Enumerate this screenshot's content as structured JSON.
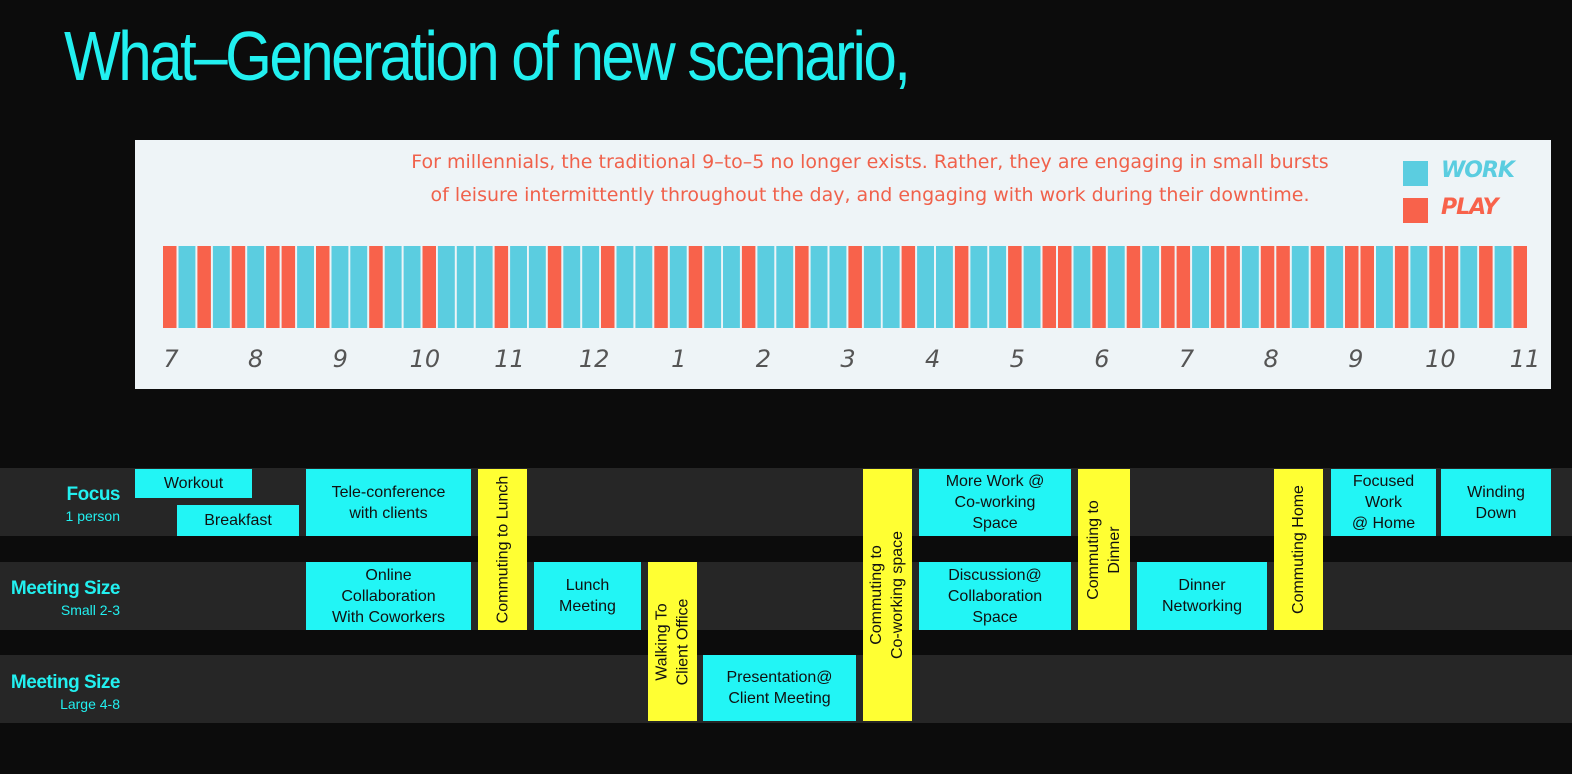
{
  "title": "What–Generation of new scenario,",
  "panel": {
    "caption_line1": "For millennials, the traditional 9–to–5 no longer exists. Rather, they are engaging in small bursts",
    "caption_line2": "of leisure intermittently throughout the day, and engaging with work during their downtime.",
    "legend": [
      {
        "label": "WORK",
        "color": "#5bcde0"
      },
      {
        "label": "PLAY",
        "color": "#f8624b"
      }
    ]
  },
  "chart_data": {
    "type": "bar",
    "hour_labels": [
      "7",
      "8",
      "9",
      "10",
      "11",
      "12",
      "1",
      "2",
      "3",
      "4",
      "5",
      "6",
      "7",
      "8",
      "9",
      "10",
      "11"
    ],
    "segment_pattern": [
      "P",
      "W",
      "P",
      "W",
      "P",
      "W",
      "P",
      "P",
      "W",
      "P",
      "W",
      "W",
      "P",
      "W",
      "W",
      "P",
      "W",
      "W",
      "W",
      "P",
      "W",
      "W",
      "P",
      "W",
      "W",
      "P",
      "W",
      "W",
      "P",
      "W",
      "P",
      "W",
      "W",
      "P",
      "W",
      "W",
      "P",
      "W",
      "W",
      "P",
      "W",
      "W",
      "P",
      "W",
      "W",
      "P",
      "W",
      "W",
      "P",
      "W",
      "P",
      "P",
      "W",
      "P",
      "W",
      "P",
      "W",
      "P",
      "P",
      "W",
      "P",
      "P",
      "W",
      "P",
      "P",
      "W",
      "P",
      "W",
      "P",
      "P",
      "W",
      "P",
      "W",
      "P",
      "P",
      "W",
      "P",
      "W",
      "P"
    ],
    "colors": {
      "W": "#5bcde0",
      "P": "#f8624b"
    }
  },
  "rows": [
    {
      "main": "Focus",
      "sub": "1 person"
    },
    {
      "main": "Meeting Size",
      "sub": "Small 2-3"
    },
    {
      "main": "Meeting Size",
      "sub": "Large 4-8"
    }
  ],
  "activities": {
    "workout": "Workout",
    "breakfast": "Breakfast",
    "teleconference": "Tele-conference\nwith clients",
    "commuting_lunch": "Commuting to Lunch",
    "commuting_coworking": "Commuting to\nCo-working space",
    "more_work": "More Work @\nCo-working\nSpace",
    "commuting_dinner": "Commuting to\nDinner",
    "commuting_home": "Commuting Home",
    "focused_work": "Focused\nWork\n@ Home",
    "winding_down": "Winding\nDown",
    "online_collab": "Online\nCollaboration\nWith Coworkers",
    "lunch_meeting": "Lunch\nMeeting",
    "walking_client": "Walking To\nClient Office",
    "discussion": "Discussion@\nCollaboration\nSpace",
    "dinner_networking": "Dinner\nNetworking",
    "presentation": "Presentation@\nClient Meeting"
  }
}
